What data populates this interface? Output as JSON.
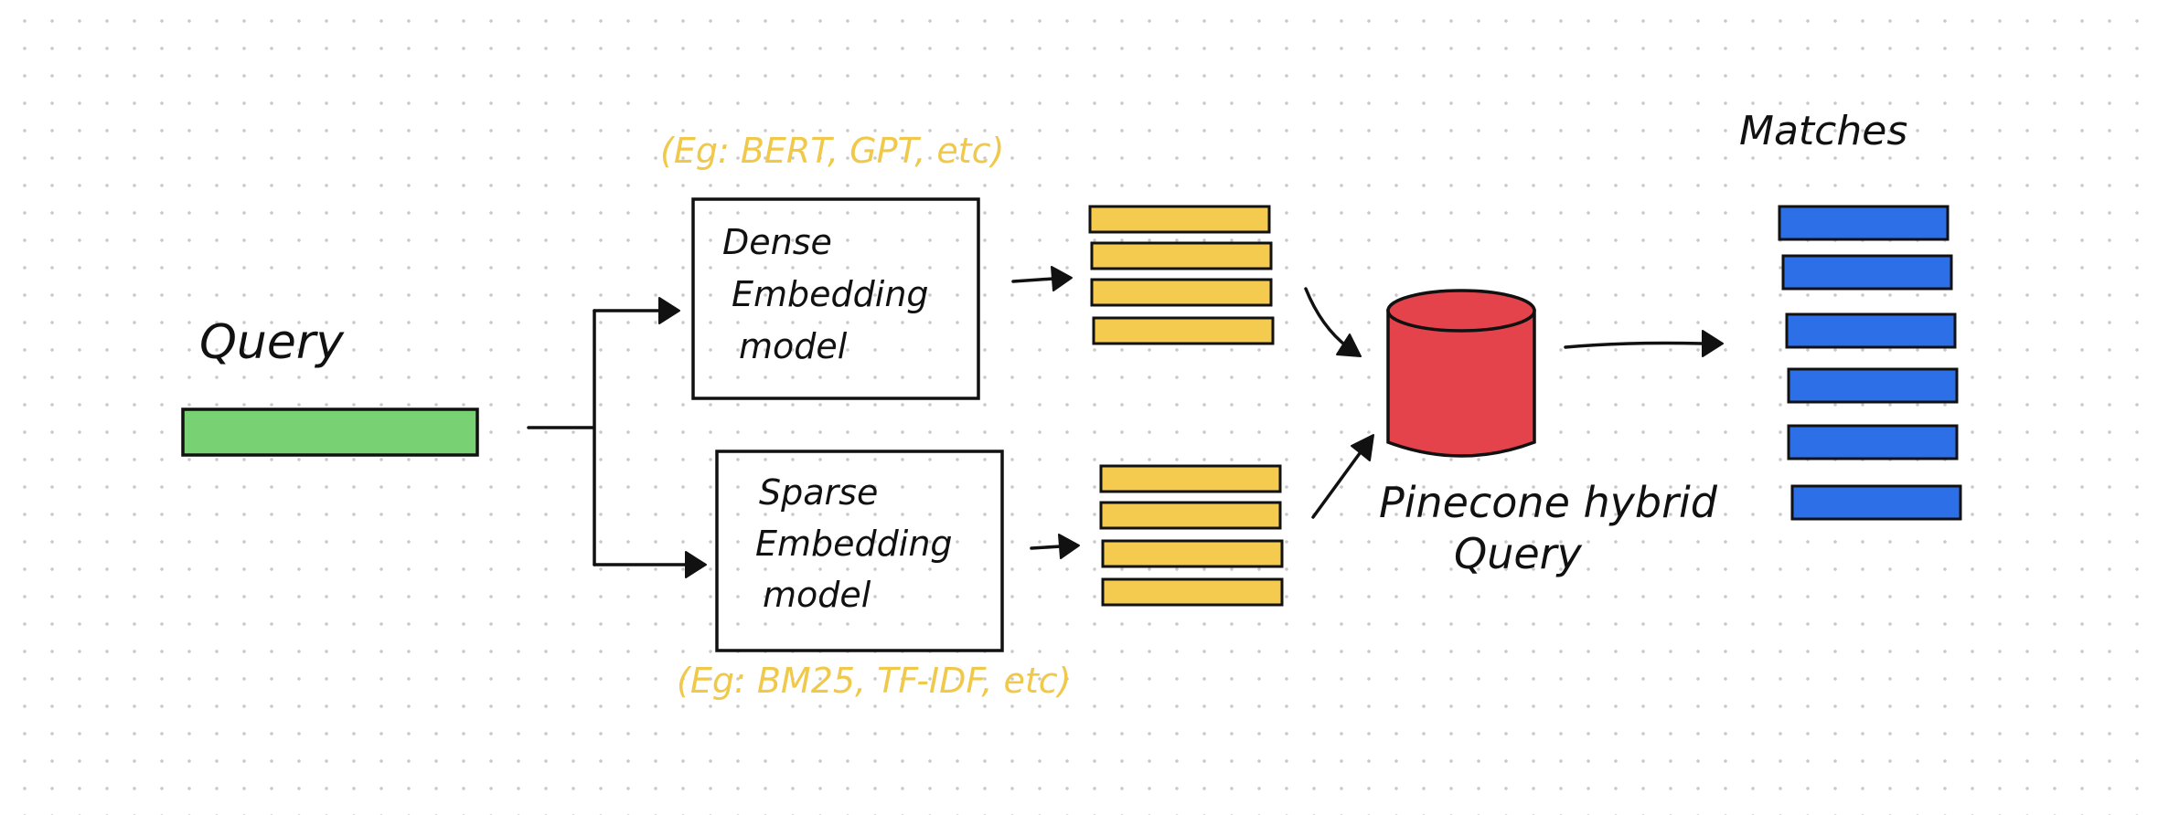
{
  "labels": {
    "query": "Query",
    "dense_model": [
      "Dense",
      "Embedding",
      "model"
    ],
    "sparse_model": [
      "Sparse",
      "Embedding",
      "model"
    ],
    "dense_examples": "(Eg: BERT, GPT, etc)",
    "sparse_examples": "(Eg: BM25, TF-IDF, etc)",
    "index": [
      "Pinecone hybrid",
      "Query"
    ],
    "matches": "Matches"
  },
  "colors": {
    "query": "#78d173",
    "vectors": "#f4cb4f",
    "index": "#e5434b",
    "matches": "#2d6fe6",
    "annotation": "#f0c84a",
    "ink": "#111111"
  },
  "counts": {
    "dense_vector_bars": 4,
    "sparse_vector_bars": 4,
    "match_bars": 6
  }
}
